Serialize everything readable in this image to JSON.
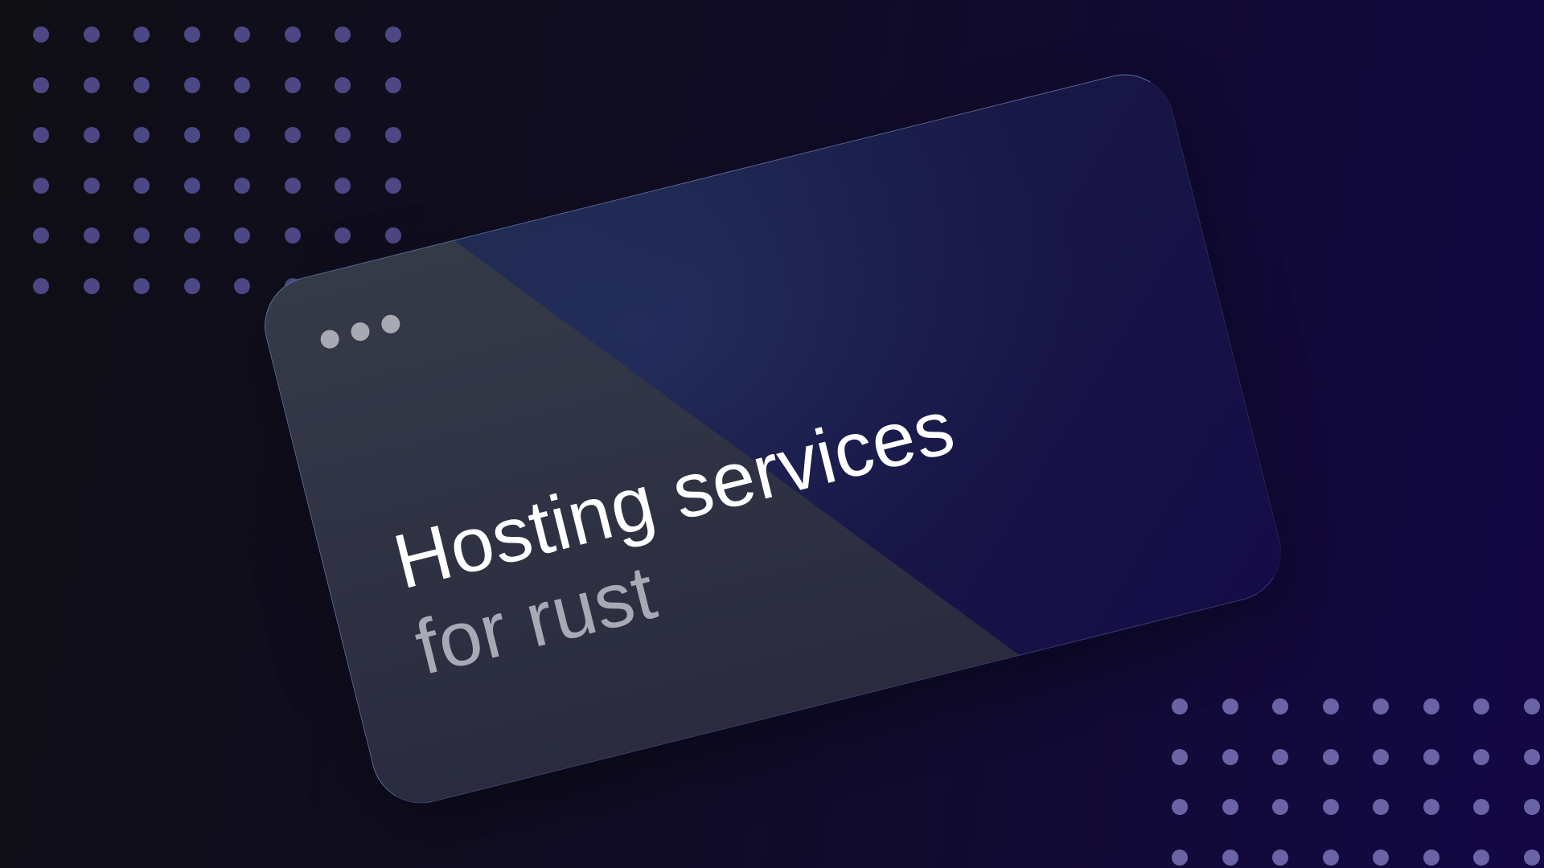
{
  "card": {
    "title_line1": "Hosting services",
    "title_line2": "for rust",
    "window_controls": [
      "dot",
      "dot",
      "dot"
    ]
  },
  "colors": {
    "background_start": "#0f0f14",
    "background_end": "#130845",
    "dot_pattern": "#4c4886",
    "title_primary": "#ffffff",
    "title_secondary": "#a9a9b6"
  }
}
